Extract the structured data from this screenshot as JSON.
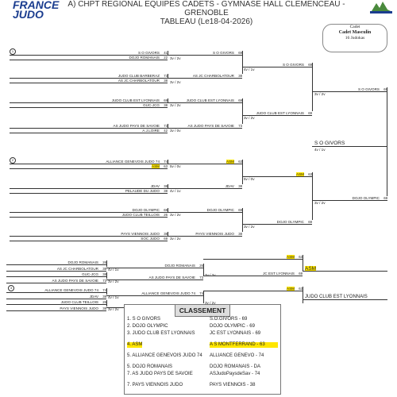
{
  "header": {
    "logo_line1": "FRANCE",
    "logo_line2": "JUDO",
    "title_line1": "A) CHPT REGIONAL EQUIPES CADETS - GYMNASE HALL CLEMENCEAU - GRENOBLE",
    "title_line2": "TABLEAU (Le18-04-2026)"
  },
  "category": {
    "line1": "Cadet",
    "line2": "Cadet Masculin",
    "line3": "16 Judokas"
  },
  "round1": [
    {
      "seed": "1",
      "team": "S O GIVORS",
      "side": "41"
    },
    {
      "team": "DOJO ROMANAIS",
      "side": "22"
    },
    {
      "team": "JUDO CLUB BARBERAZ",
      "side": "73"
    },
    {
      "team": "AS JC CHARBOLATOUR",
      "side": "38"
    },
    {
      "team": "JUDO CLUB EST LYONNAIS",
      "side": "69"
    },
    {
      "team": "GUC-JCG",
      "side": "38"
    },
    {
      "team": "AS JUDO PAYS DE SAVOIE",
      "side": "73"
    },
    {
      "team": "A.J.LOIRE",
      "side": "42"
    },
    {
      "seed": "2",
      "team": "ALLIANCE GENEVOIS JUDO 74",
      "side": "74"
    },
    {
      "team": "ASM",
      "side": "63"
    },
    {
      "team": "JDAV",
      "side": "38"
    },
    {
      "team": "PELAUDE DU JUDO",
      "side": "38"
    },
    {
      "team": "DOJO OLYMPIC",
      "side": "69"
    },
    {
      "team": "JUDO CLUB TEILLOIS",
      "side": "26"
    },
    {
      "team": "PAYS VIENNOIS JUDO",
      "side": "38"
    },
    {
      "team": "SOC JUDO",
      "side": "69"
    }
  ],
  "round2": [
    {
      "team": "S O GIVORS",
      "side": "69",
      "score": "3v / 2v"
    },
    {
      "team": "AS JC CHARBOLATOUR",
      "side": "38",
      "score": "3v / 2v"
    },
    {
      "team": "JUDO CLUB EST LYONNAIS",
      "side": "69",
      "score": "3v / 2v"
    },
    {
      "team": "AS JUDO PAYS DE SAVOIE",
      "side": "73",
      "score": "3v / 0v"
    },
    {
      "team": "ASM",
      "side": "63",
      "score": "5v / 0v"
    },
    {
      "team": "JDAV",
      "side": "38",
      "score": "4v / 1v"
    },
    {
      "team": "DOJO OLYMPIC",
      "side": "69",
      "score": "3v / 2v"
    },
    {
      "team": "PAYS VIENNOIS JUDO",
      "side": "38",
      "score": "3v / 2v"
    }
  ],
  "round3": [
    {
      "team": "S O GIVORS",
      "side": "69",
      "score": "4v / 1v"
    },
    {
      "team": "JUDO CLUB EST LYONNAIS",
      "side": "69",
      "score": "3v / 2v"
    },
    {
      "team": "ASM",
      "side": "63",
      "score": "5v / 0v"
    },
    {
      "team": "DOJO OLYMPIC",
      "side": "69",
      "score": "3v / 2v"
    }
  ],
  "round4": [
    {
      "team": "S O GIVORS",
      "side": "69",
      "score": "3v / 2v"
    },
    {
      "team": "DOJO OLYMPIC",
      "side": "69",
      "score": "3v / 2v"
    }
  ],
  "final": {
    "team": "S O GIVORS",
    "score": "4v / 1v"
  },
  "repechage": {
    "r1": [
      {
        "team": "DOJO ROMANAIS",
        "side": "26"
      },
      {
        "team": "AS JC CHARBOLATOUR",
        "side": "38"
      },
      {
        "team": "GUC-JCG",
        "side": "38"
      },
      {
        "team": "AS JUDO PAYS DE SAVOIE",
        "side": "73"
      },
      {
        "seed": "3",
        "team": "ALLIANCE GENEVOIS JUDO 74",
        "side": "74"
      },
      {
        "team": "JDAV",
        "side": "38"
      },
      {
        "team": "JUDO CLUB TEILLOIS",
        "side": "26"
      },
      {
        "team": "PAYS VIENNOIS JUDO",
        "side": "38"
      }
    ],
    "r1_scores": [
      "4v / 1v",
      "3v / 2v",
      "4v / 1v",
      "3v / 2v"
    ],
    "r2": [
      {
        "team": "DOJO ROMANAIS",
        "side": "26",
        "score": "3v / 2v"
      },
      {
        "team": "AS JUDO PAYS DE SAVOIE",
        "side": "73",
        "score": "3v / 2v"
      },
      {
        "team": "ALLIANCE GENEVOIS JUDO 74",
        "side": "74",
        "score": "3v / 2v"
      },
      {
        "team": "PAYS VIENNOIS JUDO",
        "side": "38",
        "score": "3v / 2v"
      }
    ],
    "r3": [
      {
        "team": "JC EST LYONNAIS",
        "side": "69"
      },
      {
        "team": "ASM",
        "side": "63"
      }
    ],
    "bronze1": "ASM",
    "bronze2": "JUDO CLUB EST LYONNAIS"
  },
  "classement": {
    "title": "CLASSEMENT",
    "rows": [
      {
        "rank": "1. S O GIVORS",
        "club": "S.O.GIVORS - 69"
      },
      {
        "rank": "2. DOJO OLYMPIC",
        "club": "DOJO OLYMPIC - 69"
      },
      {
        "rank": "3. JUDO CLUB EST LYONNAIS",
        "club": "JC EST LYONNAIS - 69"
      },
      {
        "rank": "4. ASM",
        "club": "A S MONTFERRAND - 63"
      },
      {
        "rank": "5. ALLIANCE GENEVOIS JUDO 74",
        "club": "ALLIANCE GENEVO - 74"
      },
      {
        "rank": "5. DOJO ROMANAIS",
        "club": "DOJO ROMANAIS - DA"
      },
      {
        "rank": "7. AS JUDO PAYS DE SAVOIE",
        "club": "ASJudoPaysdeSav - 74"
      },
      {
        "rank": "7. PAYS VIENNOIS JUDO",
        "club": "PAYS VIENNOIS - 38"
      }
    ]
  },
  "colors": {
    "highlight": "#ffe600",
    "brand": "#1b3d8f",
    "line": "#333333"
  }
}
